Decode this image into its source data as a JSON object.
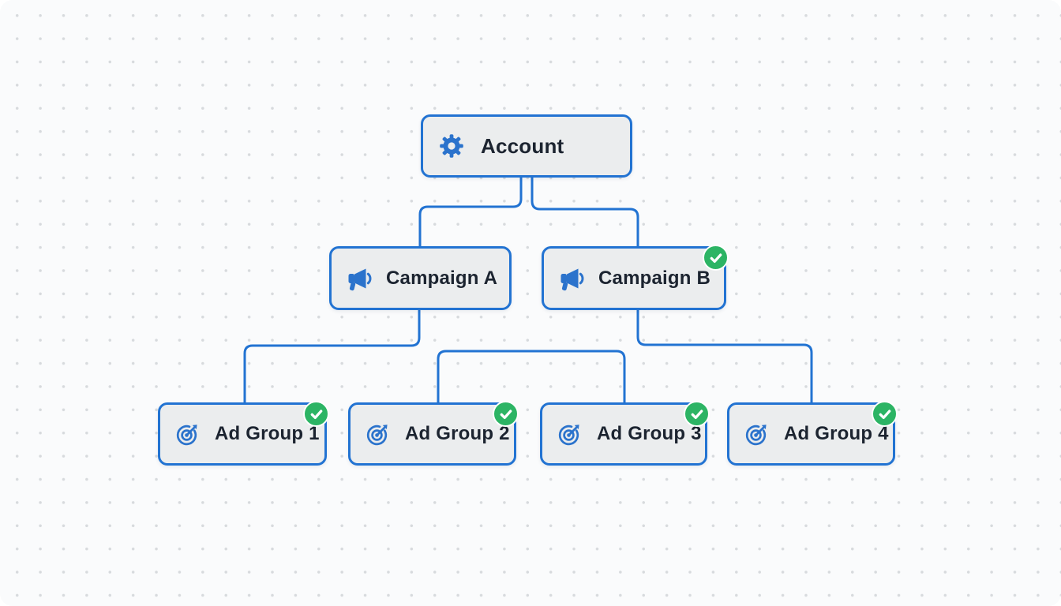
{
  "diagram": {
    "nodes": {
      "account": {
        "label": "Account",
        "icon": "gear-icon",
        "level": "account",
        "has_check_badge": false
      },
      "campaign_a": {
        "label": "Campaign A",
        "icon": "megaphone-icon",
        "level": "campaign",
        "parent": "Account",
        "has_check_badge": false
      },
      "campaign_b": {
        "label": "Campaign B",
        "icon": "megaphone-icon",
        "level": "campaign",
        "parent": "Account",
        "has_check_badge": true
      },
      "ad_group_1": {
        "label": "Ad Group 1",
        "icon": "target-icon",
        "level": "ad_group",
        "parent": "Campaign A",
        "has_check_badge": true
      },
      "ad_group_2": {
        "label": "Ad Group 2",
        "icon": "target-icon",
        "level": "ad_group",
        "parent": "Campaign A",
        "has_check_badge": true
      },
      "ad_group_3": {
        "label": "Ad Group 3",
        "icon": "target-icon",
        "level": "ad_group",
        "parent": "Campaign B",
        "has_check_badge": true
      },
      "ad_group_4": {
        "label": "Ad Group 4",
        "icon": "target-icon",
        "level": "ad_group",
        "parent": "Campaign B",
        "has_check_badge": true
      }
    },
    "badge_meaning": "check",
    "colors": {
      "edge_and_border_blue": "#2273d2",
      "icon_blue": "#2b73cc",
      "node_fill": "#ebedee",
      "node_text": "#1c2430",
      "badge_green": "#2cb464",
      "badge_check": "#ffffff",
      "canvas_background": "#fafbfc",
      "grid_dot": "#d7dadd"
    }
  }
}
